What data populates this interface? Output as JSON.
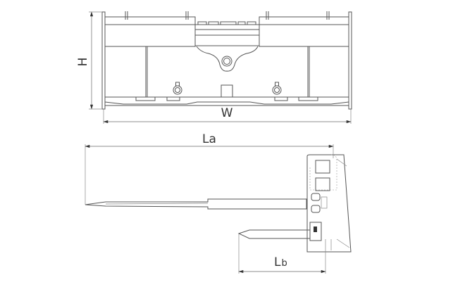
{
  "labels": {
    "height": "H",
    "width": "W",
    "length_a": "La",
    "length_b_main": "L",
    "length_b_sub": "b"
  },
  "colors": {
    "line": "#555555",
    "dimension": "#666666"
  }
}
